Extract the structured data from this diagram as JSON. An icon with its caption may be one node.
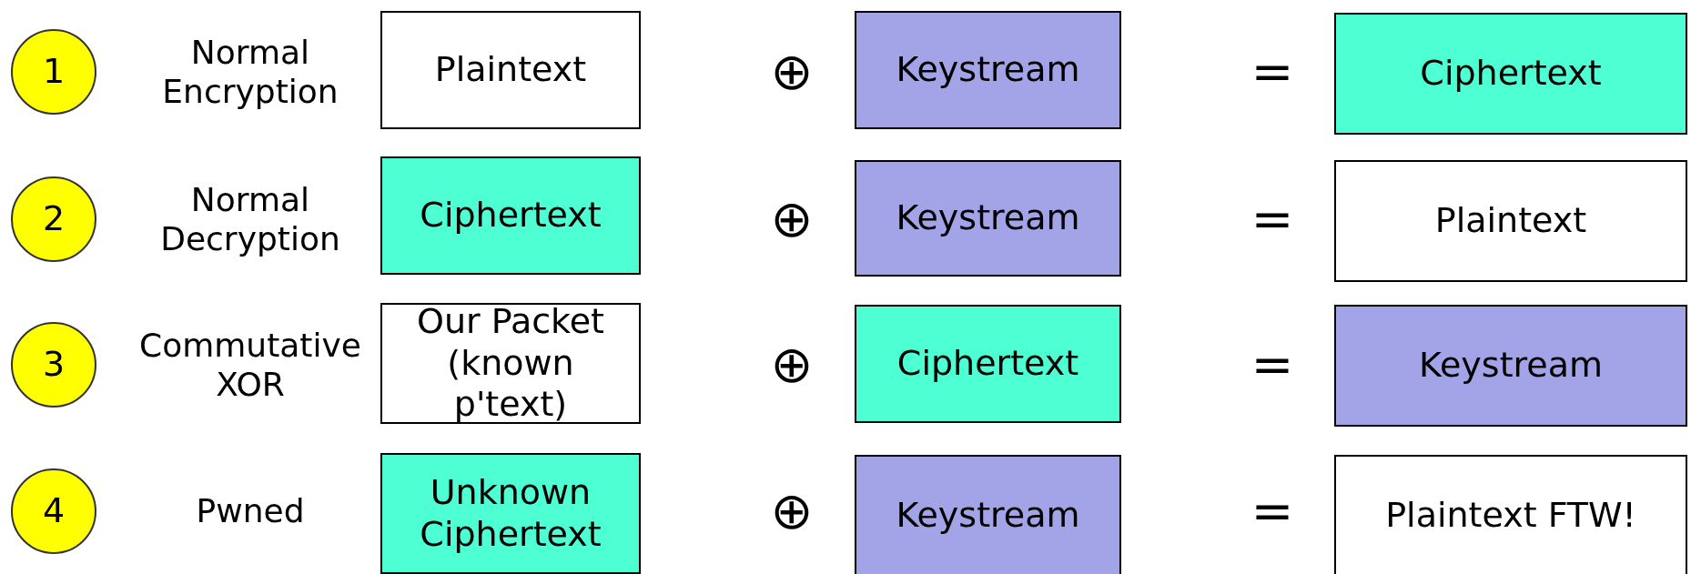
{
  "diagram": {
    "nodes": [
      {
        "text": [
          "1"
        ]
      },
      {
        "text": [
          "Plaintext"
        ]
      },
      {
        "text": [
          "Keystream"
        ]
      },
      {
        "text": [
          "Ciphertext"
        ]
      },
      {
        "text": [
          "2"
        ]
      },
      {
        "text": [
          "Ciphertext"
        ]
      },
      {
        "text": [
          "Keystream"
        ]
      },
      {
        "text": [
          "Plaintext"
        ]
      },
      {
        "text": [
          "3"
        ]
      },
      {
        "text": [
          "Our Packet (known p'text)"
        ]
      },
      {
        "text": [
          "Ciphertext"
        ]
      },
      {
        "text": [
          "Keystream"
        ]
      },
      {
        "text": [
          "4"
        ]
      },
      {
        "text": [
          "Unknown Ciphertext"
        ]
      },
      {
        "text": [
          "Keystream"
        ]
      },
      {
        "text": [
          "Plaintext FTW!"
        ]
      }
    ],
    "labels": [
      "Normal Encryption",
      "⊕",
      "=",
      "Normal Decryption",
      "⊕",
      "=",
      "Commutative XOR",
      "⊕",
      "=",
      "Pwned",
      "⊕",
      "="
    ]
  }
}
